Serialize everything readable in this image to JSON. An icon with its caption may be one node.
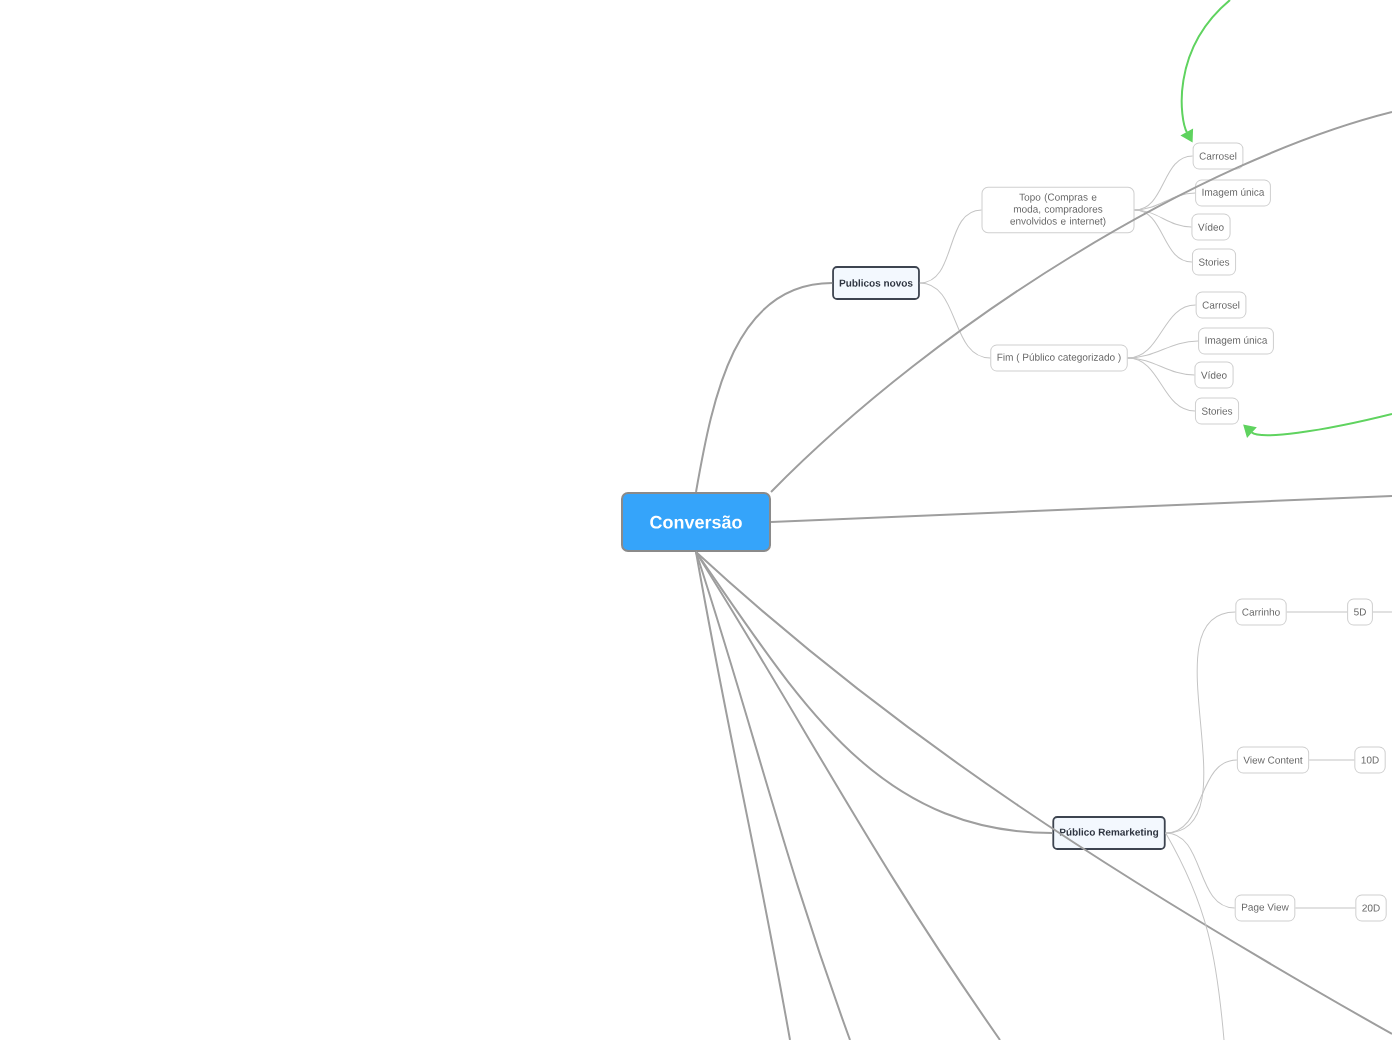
{
  "diagram": {
    "nodes": [
      {
        "text": [
          "Conversão"
        ]
      },
      {
        "text": [
          "Publicos novos"
        ]
      },
      {
        "text": [
          "Topo (Compras e moda, compradores envolvidos e internet)"
        ]
      },
      {
        "text": [
          "Carrosel"
        ]
      },
      {
        "text": [
          "Imagem única"
        ]
      },
      {
        "text": [
          "Vídeo"
        ]
      },
      {
        "text": [
          "Stories"
        ]
      },
      {
        "text": [
          "Fim ( Público categorizado )"
        ]
      },
      {
        "text": [
          "Carrosel"
        ]
      },
      {
        "text": [
          "Imagem única"
        ]
      },
      {
        "text": [
          "Vídeo"
        ]
      },
      {
        "text": [
          "Stories"
        ]
      },
      {
        "text": [
          "Público Remarketing"
        ]
      },
      {
        "text": [
          "Carrinho"
        ]
      },
      {
        "text": [
          "5D"
        ]
      },
      {
        "text": [
          "View Content"
        ]
      },
      {
        "text": [
          "10D"
        ]
      },
      {
        "text": [
          "Page View"
        ]
      },
      {
        "text": [
          "20D"
        ]
      }
    ],
    "edges": [
      {
        "from": 0,
        "to": 1,
        "arrow": "none"
      },
      {
        "from": 1,
        "to": 2,
        "arrow": "none"
      },
      {
        "from": 1,
        "to": 7,
        "arrow": "none"
      },
      {
        "from": 2,
        "to": 3,
        "arrow": "none"
      },
      {
        "from": 2,
        "to": 4,
        "arrow": "none"
      },
      {
        "from": 2,
        "to": 5,
        "arrow": "none"
      },
      {
        "from": 2,
        "to": 6,
        "arrow": "none"
      },
      {
        "from": 7,
        "to": 8,
        "arrow": "none"
      },
      {
        "from": 7,
        "to": 9,
        "arrow": "none"
      },
      {
        "from": 7,
        "to": 10,
        "arrow": "none"
      },
      {
        "from": 7,
        "to": 11,
        "arrow": "none"
      },
      {
        "from": 0,
        "to": 12,
        "arrow": "none"
      },
      {
        "from": 12,
        "to": 13,
        "arrow": "none"
      },
      {
        "from": 12,
        "to": 15,
        "arrow": "none"
      },
      {
        "from": 12,
        "to": 17,
        "arrow": "none"
      },
      {
        "from": 13,
        "to": 14,
        "arrow": "none"
      },
      {
        "from": 15,
        "to": 16,
        "arrow": "none"
      },
      {
        "from": 17,
        "to": 18,
        "arrow": "none"
      },
      {
        "from": 0,
        "to": null,
        "arrow": "none"
      },
      {
        "from": 0,
        "to": null,
        "arrow": "none"
      },
      {
        "from": 0,
        "to": null,
        "arrow": "none"
      },
      {
        "from": 0,
        "to": null,
        "arrow": "none"
      },
      {
        "from": 0,
        "to": null,
        "arrow": "none"
      },
      {
        "from": 0,
        "to": null,
        "arrow": "none"
      },
      {
        "from": 12,
        "to": null,
        "arrow": "none"
      },
      {
        "from": 14,
        "to": null,
        "arrow": "none"
      },
      {
        "from": null,
        "to": 3,
        "arrow": "to",
        "color": "#5fd35f"
      },
      {
        "from": null,
        "to": 11,
        "arrow": "to",
        "color": "#5fd35f"
      }
    ]
  }
}
